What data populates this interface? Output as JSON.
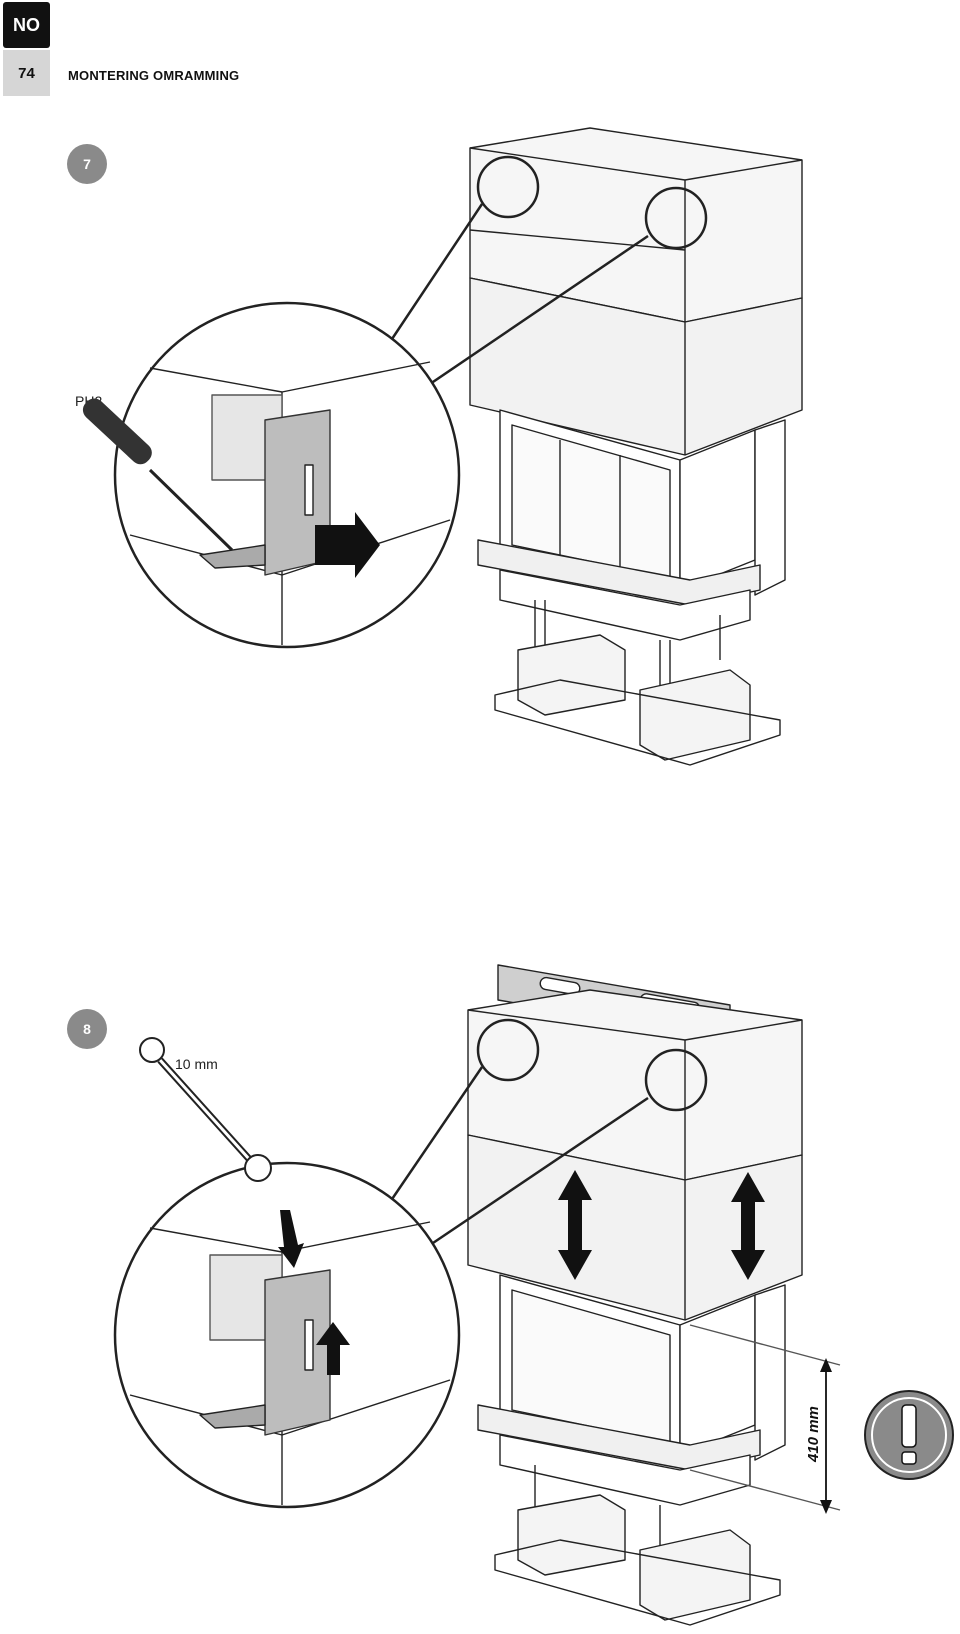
{
  "header": {
    "language": "NO",
    "page_number": "74",
    "section_title": "MONTERING OMRAMMING"
  },
  "step7": {
    "number": "7",
    "tool_label": "PH2"
  },
  "step8": {
    "number": "8",
    "tool_label": "10 mm",
    "dimension_label": "410 mm",
    "warning_icon": "exclamation-warning-icon"
  }
}
